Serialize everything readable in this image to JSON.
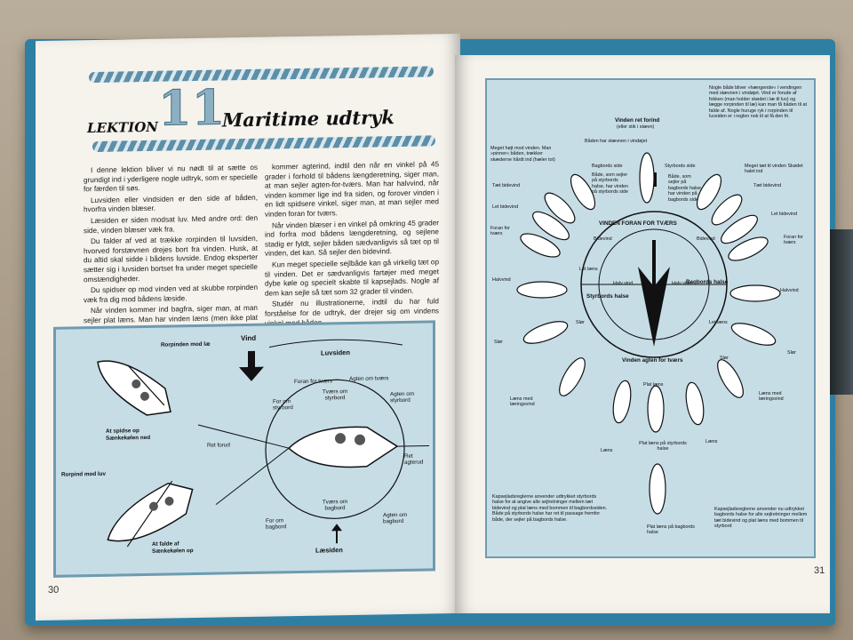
{
  "left_page": {
    "lesson_label": "LEKTION",
    "lesson_number": "11",
    "title": "Maritime udtryk",
    "column1": [
      "I denne lektion bliver vi nu nødt til at sætte os grundigt ind i yderligere nogle udtryk, som er specielle for færden til søs.",
      "Luvsiden eller vindsiden er den side af båden, hvorfra vinden blæser.",
      "Læsiden er siden modsat luv. Med andre ord: den side, vinden blæser væk fra.",
      "Du falder af ved at trække rorpinden til luvsiden, hvorved forstævnen drejes bort fra vinden. Husk, at du altid skal sidde i bådens luvside. Endog eksperter sætter sig i luvsiden bortset fra under meget specielle omstændigheder.",
      "Du spidser op mod vinden ved at skubbe rorpinden væk fra dig mod bådens læside.",
      "Når vinden kommer ind bagfra, siger man, at man sejler plat læns. Man har vinden læns (men ikke plat læns), når den kommer ind skrått bagfra. Når vinden"
    ],
    "column2": [
      "kommer agterind, indtil den når en vinkel på 45 grader i forhold til bådens længderetning, siger man, at man sejler agten-for-tværs. Man har halvvind, når vinden kommer lige ind fra siden, og forover vinden i en lidt spidsere vinkel, siger man, at man sejler med vinden foran for tværs.",
      "Når vinden blæser i en vinkel på omkring 45 grader ind forfra mod bådens længderetning, og sejlene stadig er fyldt, sejler båden sædvanligvis så tæt op til vinden, det kan. Så sejler den bidevind.",
      "Kun meget specielle sejlbåde kan gå virkelig tæt op til vinden. Det er sædvanligvis fartøjer med meget dybe køle og specielt skabte til kapsejlads. Nogle af dem kan sejle så tæt som 32 grader til vinden.",
      "Studér nu illustrationerne, indtil du har fuld forståelse for de udtryk, der drejer sig om vindens vinkel mod båden."
    ],
    "diagram_labels": {
      "rorpinden_mod_lae": "Rorpinden mod læ",
      "vind": "Vind",
      "luvsiden": "Luvsiden",
      "at_spidse_op": "At spidse op",
      "saenkekolen_ned": "Sænkekølen ned",
      "rorpind_mod_luv": "Rorpind mod luv",
      "at_falde_af": "At falde af",
      "saenkekolen_op": "Sænkekølen op",
      "ret_forud": "Ret forud",
      "ret_agterud": "Ret agterud",
      "foran_for_tvaers": "Foran for tværs",
      "agten_om_tvaers": "Agten om tværs",
      "tvaers_om_styrbord": "Tværs om styrbord",
      "tvaers_om_bagbord": "Tværs om bagbord",
      "for_om_styrbord": "For om styrbord",
      "agten_om_styrbord": "Agten om styrbord",
      "for_om_bagbord": "For om bagbord",
      "agten_om_bagbord": "Agten om bagbord",
      "laesiden": "Læsiden"
    },
    "page_number": "30"
  },
  "right_page": {
    "top_note_right": "Nogle både bliver »hængende« i vendingen med stævnen i vindøjet. Vind er forude af fokken (man holder skødet i læ til luv) og lægge rorpinden til læ) kan man få båden til at falde af. Nogle huruge ryk i rorpinden til luvsiden er i reglen nok til at få den fri.",
    "vinden_ret_forind": "Vinden ret forind",
    "eller_stik_staevn": "(eller stik i stævn)",
    "baaden_staevnen": "Båden har stævnen i vindøjet",
    "meget_hojt": "Meget højt mod vinden. Man »pinner« båden, trækker skæderne hårdt ind (hæler tot)",
    "bagbords_side": "Bagbords side",
    "styrbords_side": "Styrbords side",
    "baade_styrbords": "Både, som sejler på styrbords halse, har vinden på styrbords side",
    "baade_bagbords": "Både, som sejler på bagbords halse, har vinden på bagbords side",
    "meget_taet": "Meget tæt til vinden Skødet halet ind",
    "taet_bidevind": "Tæt bidevind",
    "let_bidevind": "Let bidevind",
    "foran_for_tvaers": "Foran for tværs",
    "vinden_foran_for_tvaers": "VINDEN FORAN FOR TVÆRS",
    "bidevind": "Bidevind",
    "halvvind": "Halvvind",
    "let_laens": "Let læns",
    "styrbords_halse": "Styrbords halse",
    "bagbords_halse": "Bagbords halse",
    "halv_vind": "Halv vind",
    "slaer": "Slør",
    "vinden_agten_for_tvaers": "Vinden agten for tværs",
    "laens_med_laeringsvind": "Læns med læringsvind",
    "plat_laens": "Plat læns",
    "laens": "Læns",
    "plat_laens_styrbords": "Plat læns på styrbords halse",
    "plat_laens_bagbords": "Plat læns på bagbords halse",
    "kapsejlads_left": "Kapsejladsreglerne anvender udtrykket styrbords halse for at angive alle sejlretninger mellem tæt bidevind og plat læns med bommen til bagbordssiden. Både på styrbords halse har ret til passage fremfor både, der sejler på bagbords halse.",
    "kapsejlads_right": "Kapsejladsreglerne anvender nu udtrykket bagbords halse for alle sejlretninger mellem tæt bidevind og plat læns med bommen til styrbord",
    "page_number": "31"
  }
}
